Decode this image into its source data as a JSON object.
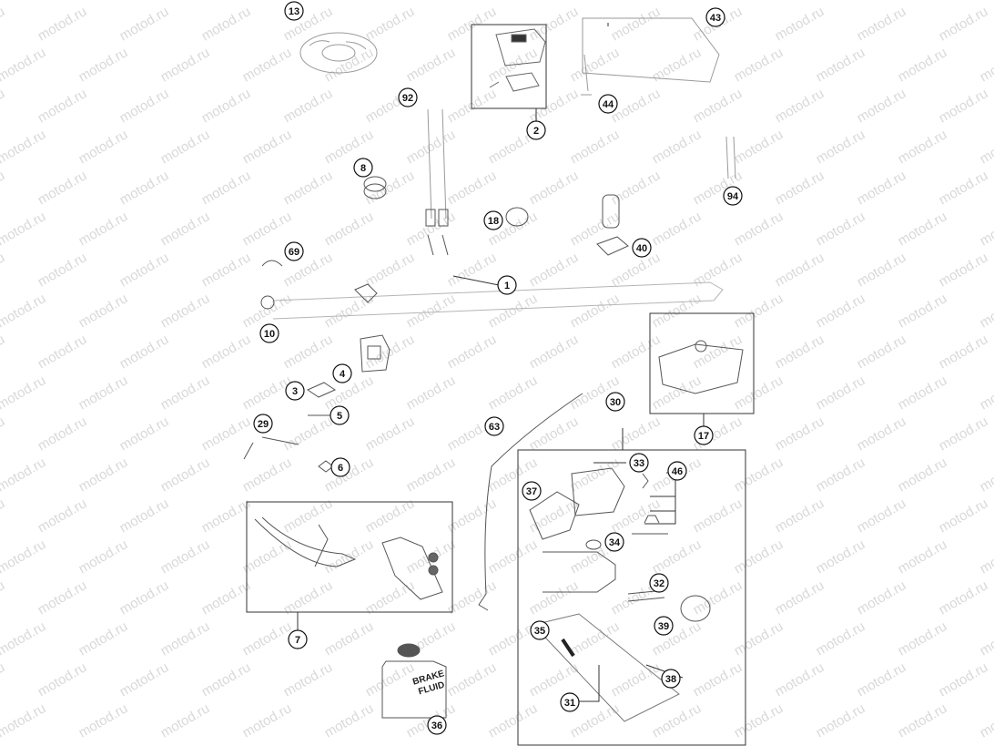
{
  "watermark": "motod.ru",
  "callouts": [
    {
      "key": "13",
      "label": "13"
    },
    {
      "key": "43",
      "label": "43"
    },
    {
      "key": "92",
      "label": "92"
    },
    {
      "key": "2",
      "label": "2"
    },
    {
      "key": "44",
      "label": "44"
    },
    {
      "key": "8",
      "label": "8"
    },
    {
      "key": "94",
      "label": "94"
    },
    {
      "key": "18",
      "label": "18"
    },
    {
      "key": "40",
      "label": "40"
    },
    {
      "key": "69",
      "label": "69"
    },
    {
      "key": "1",
      "label": "1"
    },
    {
      "key": "10",
      "label": "10"
    },
    {
      "key": "4",
      "label": "4"
    },
    {
      "key": "3",
      "label": "3"
    },
    {
      "key": "5",
      "label": "5"
    },
    {
      "key": "29",
      "label": "29"
    },
    {
      "key": "6",
      "label": "6"
    },
    {
      "key": "63",
      "label": "63"
    },
    {
      "key": "30",
      "label": "30"
    },
    {
      "key": "17",
      "label": "17"
    },
    {
      "key": "33",
      "label": "33"
    },
    {
      "key": "46",
      "label": "46"
    },
    {
      "key": "37",
      "label": "37"
    },
    {
      "key": "34",
      "label": "34"
    },
    {
      "key": "32",
      "label": "32"
    },
    {
      "key": "7",
      "label": "7"
    },
    {
      "key": "35",
      "label": "35"
    },
    {
      "key": "39",
      "label": "39"
    },
    {
      "key": "38",
      "label": "38"
    },
    {
      "key": "31",
      "label": "31"
    },
    {
      "key": "36",
      "label": "36"
    }
  ],
  "brake_fluid_label": {
    "line1": "BRAKE",
    "line2": "FLUID"
  }
}
